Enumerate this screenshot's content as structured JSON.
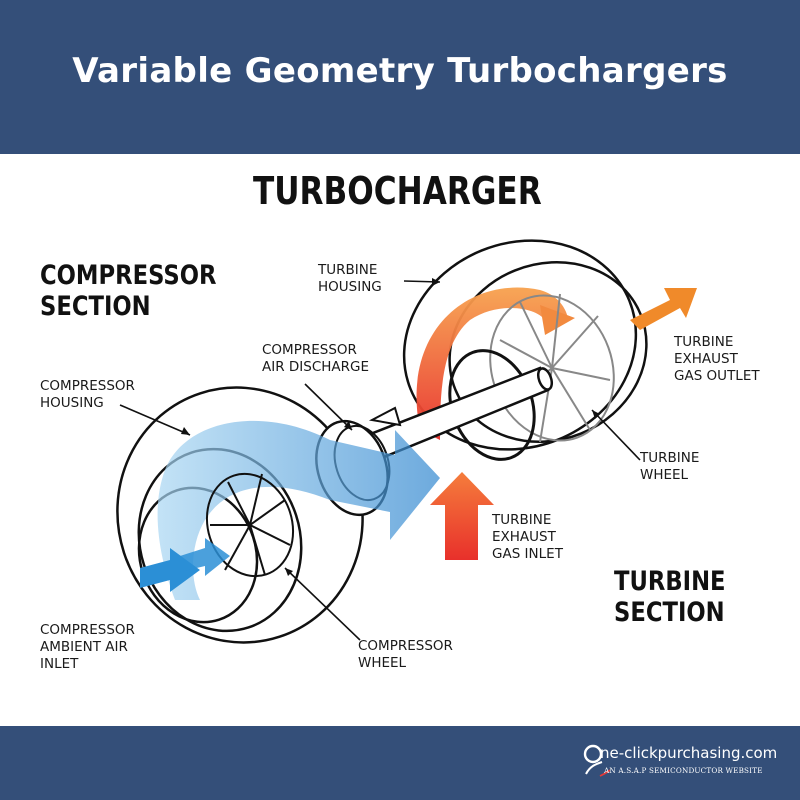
{
  "header": {
    "title": "Variable Geometry Turbochargers"
  },
  "diagram": {
    "main_title": "TURBOCHARGER",
    "section_compressor": [
      "COMPRESSOR",
      "SECTION"
    ],
    "section_turbine": [
      "TURBINE",
      "SECTION"
    ],
    "labels": {
      "turbine_housing": [
        "TURBINE",
        "HOUSING"
      ],
      "compressor_air_discharge": [
        "COMPRESSOR",
        "AIR DISCHARGE"
      ],
      "compressor_housing": [
        "COMPRESSOR",
        "HOUSING"
      ],
      "turbine_exhaust_gas_outlet": [
        "TURBINE",
        "EXHAUST",
        "GAS OUTLET"
      ],
      "turbine_wheel": [
        "TURBINE",
        "WHEEL"
      ],
      "turbine_exhaust_gas_inlet": [
        "TURBINE",
        "EXHAUST",
        "GAS INLET"
      ],
      "compressor_ambient_air_inlet": [
        "COMPRESSOR",
        "AMBIENT AIR",
        "INLET"
      ],
      "compressor_wheel": [
        "COMPRESSOR",
        "WHEEL"
      ]
    },
    "colors": {
      "cold_air": "#3a9ad9",
      "hot_gas_start": "#f6a04d",
      "hot_gas_end": "#e8302b",
      "outline": "#111111"
    }
  },
  "footer": {
    "logo_name": "ne-clickpurchasing.com",
    "logo_tagline": "AN A.S.A.P SEMICONDUCTOR WEBSITE",
    "logo_icon": "o-swoosh-logo-icon"
  }
}
